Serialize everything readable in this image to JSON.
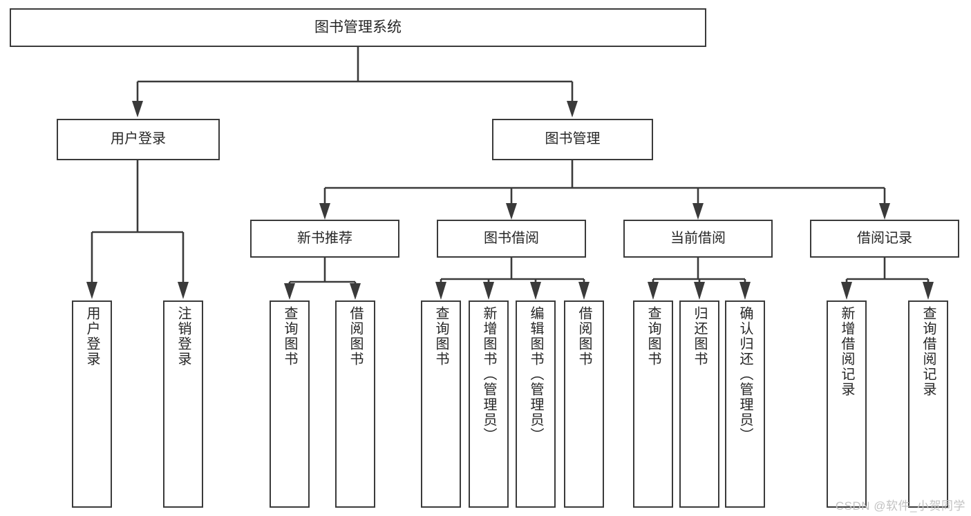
{
  "diagram": {
    "type": "hierarchy-tree",
    "title": "图书管理系统",
    "root": {
      "label": "图书管理系统"
    },
    "level2": [
      {
        "label": "用户登录"
      },
      {
        "label": "图书管理"
      }
    ],
    "level3": [
      {
        "label": "新书推荐"
      },
      {
        "label": "图书借阅"
      },
      {
        "label": "当前借阅"
      },
      {
        "label": "借阅记录"
      }
    ],
    "leaves": {
      "user_login": [
        {
          "label": "用户登录"
        },
        {
          "label": "注销登录"
        }
      ],
      "new_book_recommend": [
        {
          "label": "查询图书"
        },
        {
          "label": "借阅图书"
        }
      ],
      "book_borrow": [
        {
          "label": "查询图书"
        },
        {
          "label": "新增图书（管理员）"
        },
        {
          "label": "编辑图书（管理员）"
        },
        {
          "label": "借阅图书"
        }
      ],
      "current_borrow": [
        {
          "label": "查询图书"
        },
        {
          "label": "归还图书"
        },
        {
          "label": "确认归还（管理员）"
        }
      ],
      "borrow_record": [
        {
          "label": "新增借阅记录"
        },
        {
          "label": "查询借阅记录"
        }
      ]
    }
  },
  "watermark": {
    "text": "CSDN @软件_小贺同学"
  },
  "colors": {
    "stroke": "#3a3a3a",
    "text": "#262626",
    "background": "#ffffff",
    "watermark": "#c2c2c2"
  }
}
